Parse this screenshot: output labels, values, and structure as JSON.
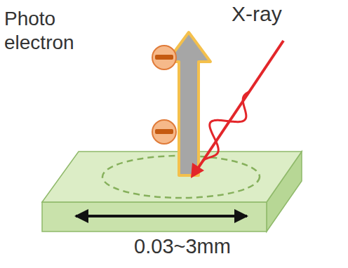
{
  "diagram": {
    "labels": [
      "Photo electron",
      "X-ray",
      "0.03~3mm"
    ]
  }
}
